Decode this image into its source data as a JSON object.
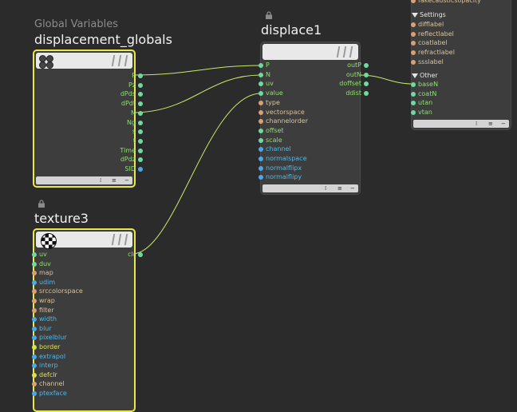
{
  "nodes": {
    "globals": {
      "subtitle": "Global Variables",
      "title": "displacement_globals",
      "outputs": [
        "P",
        "Pz",
        "dPds",
        "dPdt",
        "N",
        "Ng",
        "s",
        "t",
        "Time",
        "dPdz",
        "SID"
      ]
    },
    "displace": {
      "title": "displace1",
      "inputs": [
        "P",
        "N",
        "uv",
        "value",
        "type",
        "vectorspace",
        "channelorder",
        "offset",
        "scale",
        "channel",
        "normalspace",
        "normalflipx",
        "normalflipy"
      ],
      "outputs": [
        "outP",
        "outN",
        "doffset",
        "ddist"
      ]
    },
    "texture": {
      "title": "texture3",
      "inputs": [
        "uv",
        "duv",
        "map",
        "udim",
        "srccolorspace",
        "wrap",
        "filter",
        "width",
        "blur",
        "pixelblur",
        "border",
        "extrapol",
        "interp",
        "defclr",
        "channel",
        "ptexface"
      ],
      "outputs": [
        "clr"
      ]
    },
    "output": {
      "top_inputs": [
        "fakecausticsopacity",
        "difflabel",
        "reflectlabel",
        "coatlabel",
        "refractlabel",
        "ssslabel"
      ],
      "section_settings": "Settings",
      "section_other": "Other",
      "other_inputs": [
        "baseN",
        "coatN",
        "utan",
        "vtan"
      ]
    }
  },
  "footer_buttons": [
    "⁞",
    "≡",
    "−"
  ],
  "colors": {
    "background": "#2b2b2b",
    "node_body": "#3d3d3d",
    "selected_border": "#e8e84a",
    "wire": "#c9e86a"
  }
}
